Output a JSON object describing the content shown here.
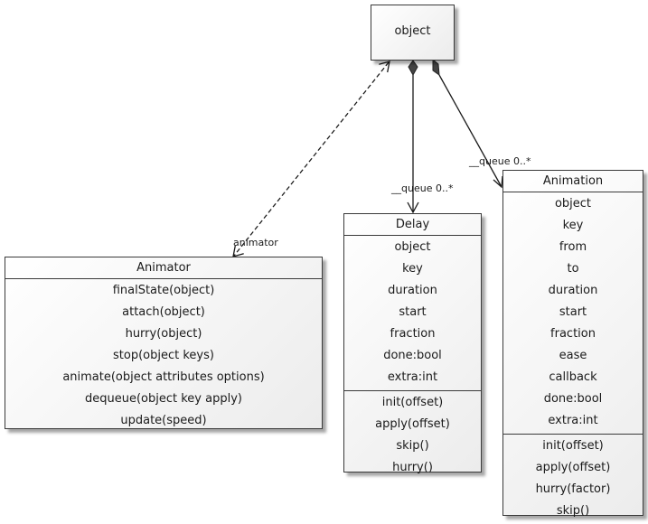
{
  "classes": {
    "object": {
      "name": "object"
    },
    "animator": {
      "name": "Animator",
      "methods": [
        "finalState(object)",
        "attach(object)",
        "hurry(object)",
        "stop(object keys)",
        "animate(object attributes options)",
        "dequeue(object key apply)",
        "update(speed)"
      ]
    },
    "delay": {
      "name": "Delay",
      "attributes": [
        "object",
        "key",
        "duration",
        "start",
        "fraction",
        "done:bool",
        "extra:int"
      ],
      "methods": [
        "init(offset)",
        "apply(offset)",
        "skip()",
        "hurry()"
      ]
    },
    "animation": {
      "name": "Animation",
      "attributes": [
        "object",
        "key",
        "from",
        "to",
        "duration",
        "start",
        "fraction",
        "ease",
        "callback",
        "done:bool",
        "extra:int"
      ],
      "methods": [
        "init(offset)",
        "apply(offset)",
        "hurry(factor)",
        "skip()"
      ]
    }
  },
  "relations": [
    {
      "from": "object",
      "to": "animator",
      "kind": "dependency",
      "label": "animator"
    },
    {
      "from": "object",
      "to": "delay",
      "kind": "composition",
      "label": "__queue 0..*"
    },
    {
      "from": "object",
      "to": "animation",
      "kind": "composition",
      "label": "__queue 0..*"
    }
  ]
}
